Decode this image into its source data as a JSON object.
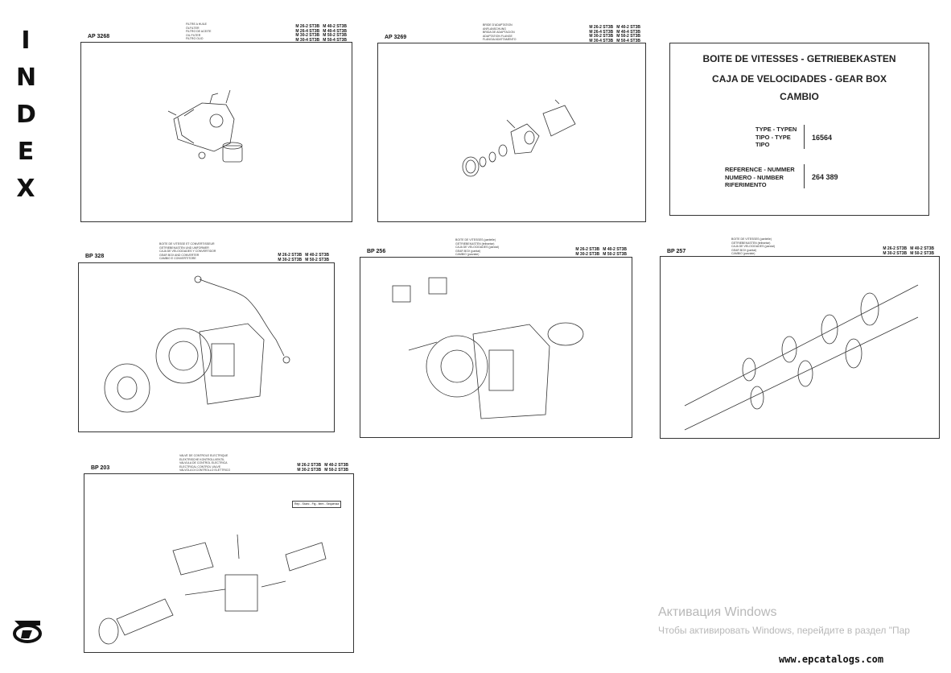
{
  "index_letters": [
    "I",
    "N",
    "D",
    "E",
    "X"
  ],
  "cover": {
    "title_lines": [
      "BOITE DE VITESSES - GETRIEBEKASTEN",
      "CAJA DE VELOCIDADES - GEAR BOX",
      "CAMBIO"
    ],
    "type_label": "TYPE - TYPEN\nTIPO - TYPE\nTIPO",
    "type_value": "16564",
    "reference_label": "REFERENCE - NUMMER\nNUMERO - NUMBER\nRIFERIMENTO",
    "reference_value": "264 389"
  },
  "sheets": {
    "ap3268": {
      "code": "AP 3268",
      "desc": "FILTRE A HUILE\nÖLFILTER\nFILTRO DE ACEITE\nOIL FILTER\nFILTRO OLIO",
      "models": "M 26-2 ST3B   M 40-2 ST3B\nM 26-4 ST3B   M 40-4 ST3B\nM 30-2 ST3B   M 50-2 ST3B\nM 30-4 ST3B   M 50-4 ST3B"
    },
    "ap3269": {
      "code": "AP 3269",
      "desc": "BRIDE D'ADAPTATION\nANFLANSCHUNG\nBRIDA DE ADAPTACION\nADAPTATION FLANGE\nFLANGIA ADATTAMENTO",
      "models": "M 26-2 ST3B   M 40-2 ST3B\nM 26-4 ST3B   M 40-4 ST3B\nM 30-2 ST3B   M 50-2 ST3B\nM 30-4 ST3B   M 50-4 ST3B"
    },
    "bp328": {
      "code": "BP 328",
      "desc": "BOITE DE VITESSE ET CONVERTISSEUR\nGETRIEBEKASTEN UND UMFORMER\nCAJA DE VELOCIDADES Y CONVERTIDOR\nGEAR BOX AND CONVERTER\nCAMBIO E CONVERTITORE",
      "models": "M 26-2 ST3B   M 40-2 ST3B\nM 30-2 ST3B   M 50-2 ST3B"
    },
    "bp256": {
      "code": "BP 256",
      "desc": "BOITE DE VITESSES (partielle)\nGETRIEBEKASTEN (teilweise)\nCAJA DE VELOCIDADES (parcial)\nGEAR BOX (partial)\nCAMBIO (parziale)",
      "models": "M 26-2 ST3B   M 40-2 ST3B\nM 30-2 ST3B   M 50-2 ST3B"
    },
    "bp257": {
      "code": "BP 257",
      "desc": "BOITE DE VITESSES (partielle)\nGETRIEBEKASTEN (teilweise)\nCAJA DE VELOCIDADES (parcial)\nGEAR BOX (partial)\nCAMBIO (parziale)",
      "models": "M 26-2 ST3B   M 40-2 ST3B\nM 30-2 ST3B   M 50-2 ST3B"
    },
    "bp203": {
      "code": "BP 203",
      "desc": "VALVE DE CONTROLE ELECTRIQUE\nELEKTRISCHE KONTROLLVENTIL\nVALVULA DE CONTROL ELECTRICA\nELECTRICAL CONTROL VALVE\nVALVOLA DI CONTROLLO ELETTRICO",
      "models": "M 26-2 ST3B   M 40-2 ST3B\nM 30-2 ST3B   M 50-2 ST3B",
      "legend": "Rep - Stuec - Fig - Item - Sequenza"
    }
  },
  "watermark": {
    "title": "Активация Windows",
    "subtitle": "Чтобы активировать Windows, перейдите в раздел \"Пар"
  },
  "site": "www.epcatalogs.com"
}
